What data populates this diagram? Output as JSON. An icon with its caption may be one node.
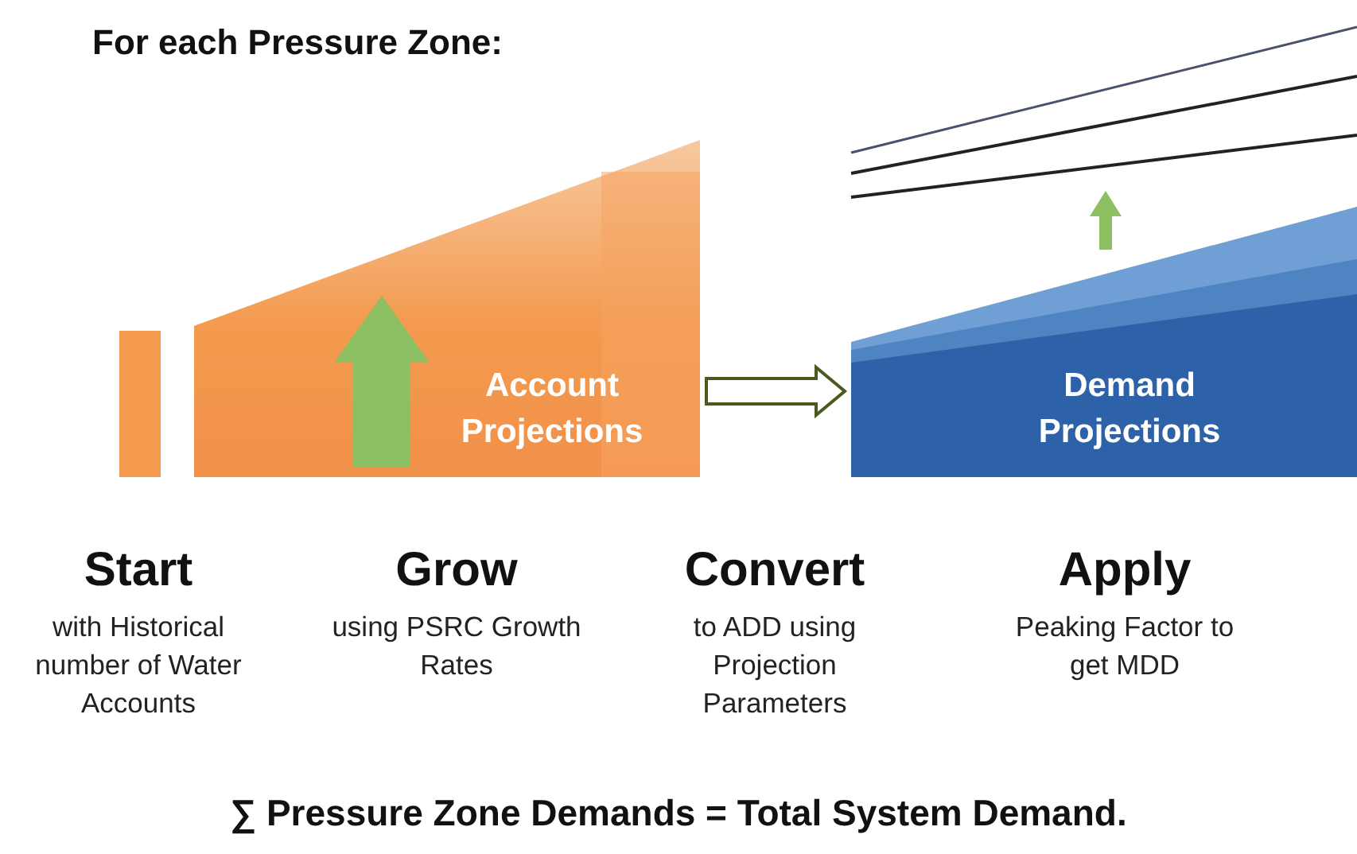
{
  "diagram": {
    "title": "For each Pressure Zone:",
    "caption": "∑ Pressure Zone Demands = Total System Demand.",
    "nodes": [
      {
        "text": [],
        "shape": "bar"
      },
      {
        "text": [
          "Account Projections"
        ]
      },
      {
        "text": [
          "Demand Projections"
        ]
      }
    ],
    "edges": [
      {
        "from": 1,
        "to": 2,
        "arrow": "to"
      }
    ],
    "labels": [
      "Start",
      "with Historical number of Water Accounts",
      "Grow",
      "using PSRC Growth Rates",
      "Convert",
      "to ADD using Projection Parameters",
      "Apply",
      "Peaking Factor to get MDD"
    ]
  }
}
